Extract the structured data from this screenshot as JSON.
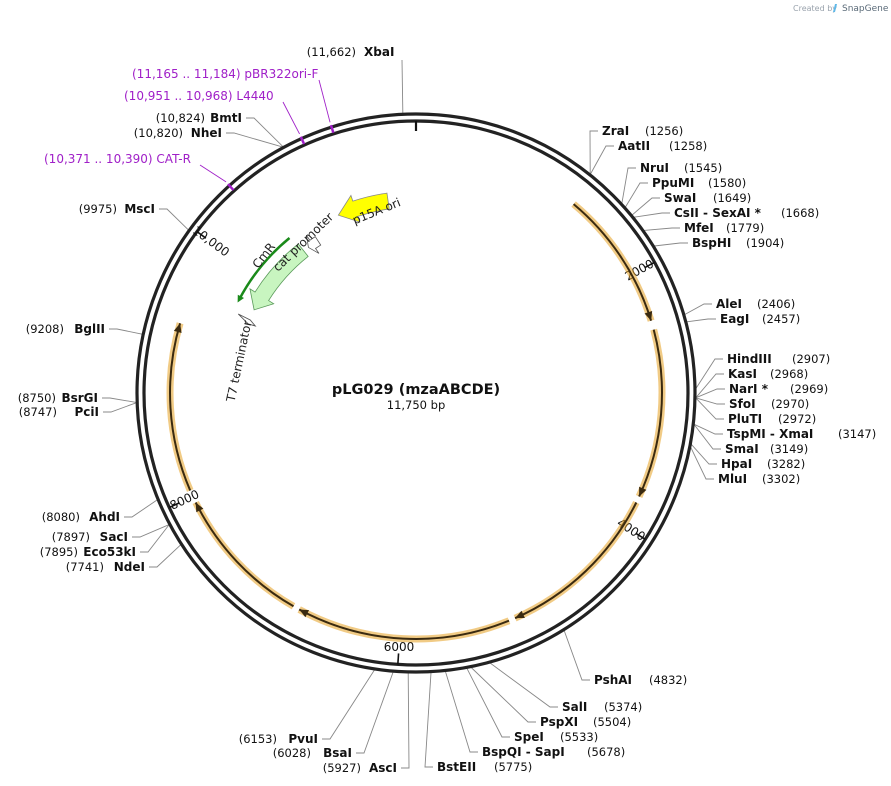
{
  "credit": {
    "created_by": "Created by",
    "brand": "SnapGene"
  },
  "plasmid": {
    "name": "pLG029 (mzaABCDE)",
    "length_label": "11,750 bp",
    "length": 11750
  },
  "ticks": [
    {
      "label": "2000",
      "pos": 2000
    },
    {
      "label": "4000",
      "pos": 4000
    },
    {
      "label": "6000",
      "pos": 6000
    },
    {
      "label": "8000",
      "pos": 8000
    },
    {
      "label": "10,000",
      "pos": 10000
    }
  ],
  "features": {
    "orf_arcs": [
      {
        "start": 1300,
        "end": 2380
      },
      {
        "start": 2450,
        "end": 3750
      },
      {
        "start": 3800,
        "end": 5100
      },
      {
        "start": 5150,
        "end": 6800
      },
      {
        "start": 6850,
        "end": 7950
      },
      {
        "start": 8050,
        "end": 9350
      }
    ],
    "p15a": {
      "label": "p15A ori"
    },
    "cmr": {
      "label": "CmR"
    },
    "cat_promoter": {
      "label": "cat promoter"
    },
    "t7_terminator": {
      "label": "T7 terminator"
    },
    "colors": {
      "orf": "#e6a020",
      "p15a": "#ffff00",
      "cmr": "#c8f5c0",
      "cmr_edge": "#1a8a1a",
      "primer": "#a020c8"
    }
  },
  "primers": [
    {
      "text": "(11,165 .. 11,184)  pBR322ori-F",
      "pos": 11175
    },
    {
      "text": "(10,951 .. 10,968)  L4440",
      "pos": 10960
    },
    {
      "text": "(10,371 .. 10,390)  CAT-R",
      "pos": 10380
    }
  ],
  "sites_top": [
    {
      "name": "XbaI",
      "pos": "(11,662)",
      "bp": 11662
    }
  ],
  "sites_right": [
    {
      "name": "ZraI",
      "pos": "(1256)",
      "bp": 1256
    },
    {
      "name": "AatII",
      "pos": "(1258)",
      "bp": 1258
    },
    {
      "name": "NruI",
      "pos": "(1545)",
      "bp": 1545
    },
    {
      "name": "PpuMI",
      "pos": "(1580)",
      "bp": 1580
    },
    {
      "name": "SwaI",
      "pos": "(1649)",
      "bp": 1649
    },
    {
      "name": "CsII  - SexAI *",
      "pos": "(1668)",
      "bp": 1668
    },
    {
      "name": "MfeI",
      "pos": "(1779)",
      "bp": 1779
    },
    {
      "name": "BspHI",
      "pos": "(1904)",
      "bp": 1904
    },
    {
      "name": "AleI",
      "pos": "(2406)",
      "bp": 2406
    },
    {
      "name": "EagI",
      "pos": "(2457)",
      "bp": 2457
    },
    {
      "name": "HindIII",
      "pos": "(2907)",
      "bp": 2907
    },
    {
      "name": "KasI",
      "pos": "(2968)",
      "bp": 2968
    },
    {
      "name": "NarI *",
      "pos": "(2969)",
      "bp": 2969
    },
    {
      "name": "SfoI",
      "pos": "(2970)",
      "bp": 2970
    },
    {
      "name": "PluTI",
      "pos": "(2972)",
      "bp": 2972
    },
    {
      "name": "TspMI  - XmaI",
      "pos": "(3147)",
      "bp": 3147
    },
    {
      "name": "SmaI",
      "pos": "(3149)",
      "bp": 3149
    },
    {
      "name": "HpaI",
      "pos": "(3282)",
      "bp": 3282
    },
    {
      "name": "MluI",
      "pos": "(3302)",
      "bp": 3302
    },
    {
      "name": "PshAI",
      "pos": "(4832)",
      "bp": 4832
    },
    {
      "name": "SalI",
      "pos": "(5374)",
      "bp": 5374
    },
    {
      "name": "PspXI",
      "pos": "(5504)",
      "bp": 5504
    },
    {
      "name": "SpeI",
      "pos": "(5533)",
      "bp": 5533
    },
    {
      "name": "BspQI  - SapI",
      "pos": "(5678)",
      "bp": 5678
    },
    {
      "name": "BstEII",
      "pos": "(5775)",
      "bp": 5775
    }
  ],
  "sites_left": [
    {
      "name": "BmtI",
      "pos": "(10,824)",
      "bp": 10824
    },
    {
      "name": "NheI",
      "pos": "(10,820)",
      "bp": 10820
    },
    {
      "name": "MscI",
      "pos": "(9975)",
      "bp": 9975
    },
    {
      "name": "BglII",
      "pos": "(9208)",
      "bp": 9208
    },
    {
      "name": "BsrGI",
      "pos": "(8750)",
      "bp": 8750
    },
    {
      "name": "PciI",
      "pos": "(8747)",
      "bp": 8747
    },
    {
      "name": "AhdI",
      "pos": "(8080)",
      "bp": 8080
    },
    {
      "name": "SacI",
      "pos": "(7897)",
      "bp": 7897
    },
    {
      "name": "Eco53kI",
      "pos": "(7895)",
      "bp": 7895
    },
    {
      "name": "NdeI",
      "pos": "(7741)",
      "bp": 7741
    },
    {
      "name": "PvuI",
      "pos": "(6153)",
      "bp": 6153
    },
    {
      "name": "BsaI",
      "pos": "(6028)",
      "bp": 6028
    },
    {
      "name": "AscI",
      "pos": "(5927)",
      "bp": 5927
    }
  ]
}
